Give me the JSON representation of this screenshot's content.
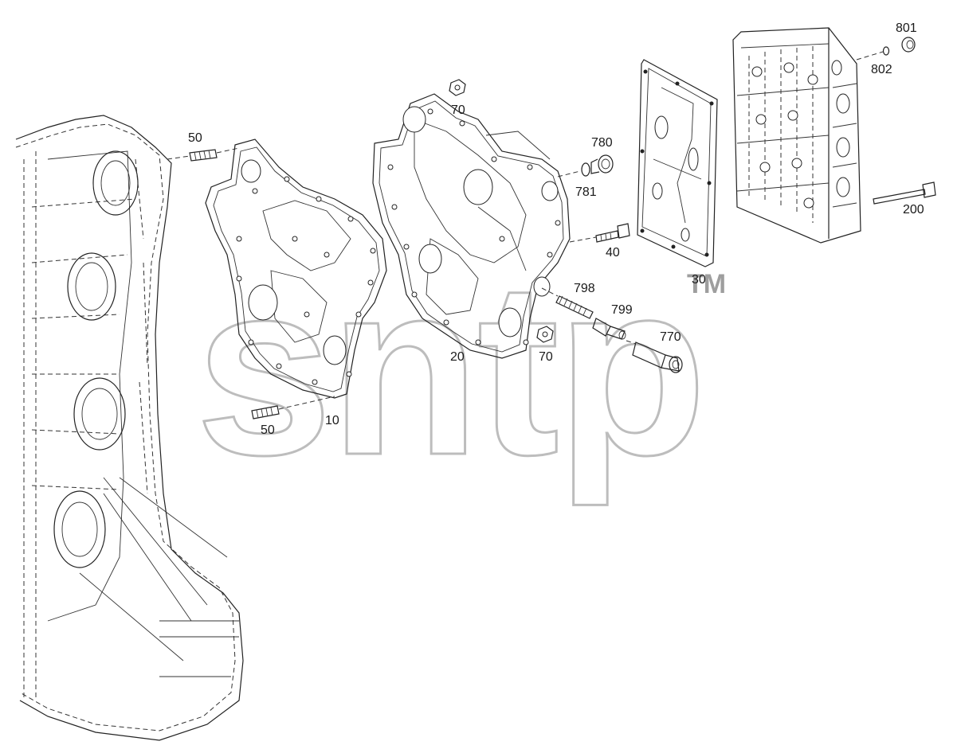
{
  "watermark": {
    "text": "sntp",
    "mark": "TM"
  },
  "callouts": {
    "c10": "10",
    "c20": "20",
    "c30": "30",
    "c40": "40",
    "c50_top": "50",
    "c50_bottom": "50",
    "c70_top": "70",
    "c70_bottom": "70",
    "c200": "200",
    "c770": "770",
    "c780": "780",
    "c781": "781",
    "c798": "798",
    "c799": "799",
    "c801": "801",
    "c802": "802"
  },
  "colors": {
    "line": "#222222",
    "watermark": "#bdbdbd",
    "background": "#ffffff"
  }
}
